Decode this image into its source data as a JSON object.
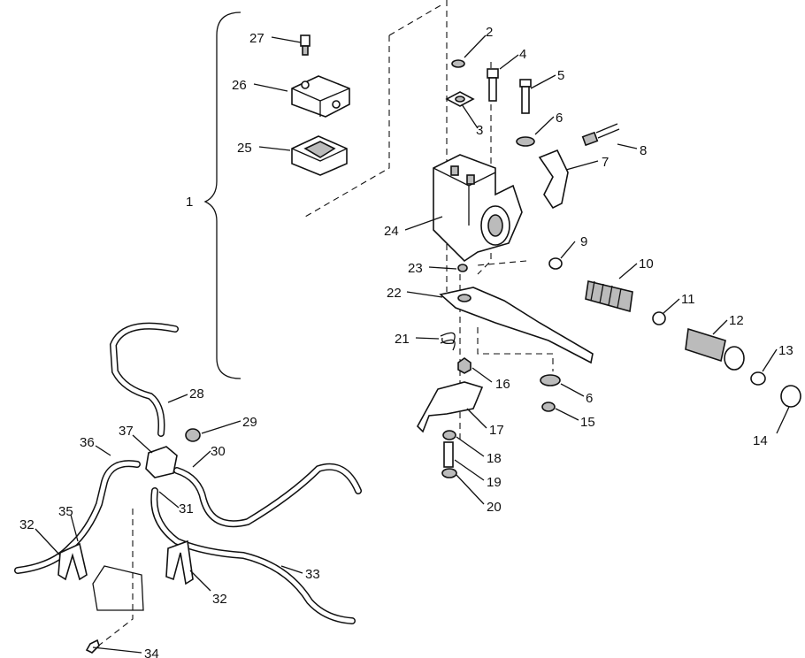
{
  "callouts": [
    {
      "id": "1",
      "text": "1"
    },
    {
      "id": "2",
      "text": "2"
    },
    {
      "id": "3",
      "text": "3"
    },
    {
      "id": "4",
      "text": "4"
    },
    {
      "id": "5",
      "text": "5"
    },
    {
      "id": "6a",
      "text": "6"
    },
    {
      "id": "6b",
      "text": "6"
    },
    {
      "id": "7",
      "text": "7"
    },
    {
      "id": "8",
      "text": "8"
    },
    {
      "id": "9",
      "text": "9"
    },
    {
      "id": "10",
      "text": "10"
    },
    {
      "id": "11",
      "text": "11"
    },
    {
      "id": "12",
      "text": "12"
    },
    {
      "id": "13",
      "text": "13"
    },
    {
      "id": "14",
      "text": "14"
    },
    {
      "id": "15",
      "text": "15"
    },
    {
      "id": "16",
      "text": "16"
    },
    {
      "id": "17",
      "text": "17"
    },
    {
      "id": "18",
      "text": "18"
    },
    {
      "id": "19",
      "text": "19"
    },
    {
      "id": "20",
      "text": "20"
    },
    {
      "id": "21",
      "text": "21"
    },
    {
      "id": "22",
      "text": "22"
    },
    {
      "id": "23",
      "text": "23"
    },
    {
      "id": "24",
      "text": "24"
    },
    {
      "id": "25",
      "text": "25"
    },
    {
      "id": "26",
      "text": "26"
    },
    {
      "id": "27",
      "text": "27"
    },
    {
      "id": "28",
      "text": "28"
    },
    {
      "id": "29",
      "text": "29"
    },
    {
      "id": "30",
      "text": "30"
    },
    {
      "id": "31",
      "text": "31"
    },
    {
      "id": "32a",
      "text": "32"
    },
    {
      "id": "32b",
      "text": "32"
    },
    {
      "id": "33",
      "text": "33"
    },
    {
      "id": "34",
      "text": "34"
    },
    {
      "id": "35",
      "text": "35"
    },
    {
      "id": "36",
      "text": "36"
    },
    {
      "id": "37",
      "text": "37"
    }
  ]
}
